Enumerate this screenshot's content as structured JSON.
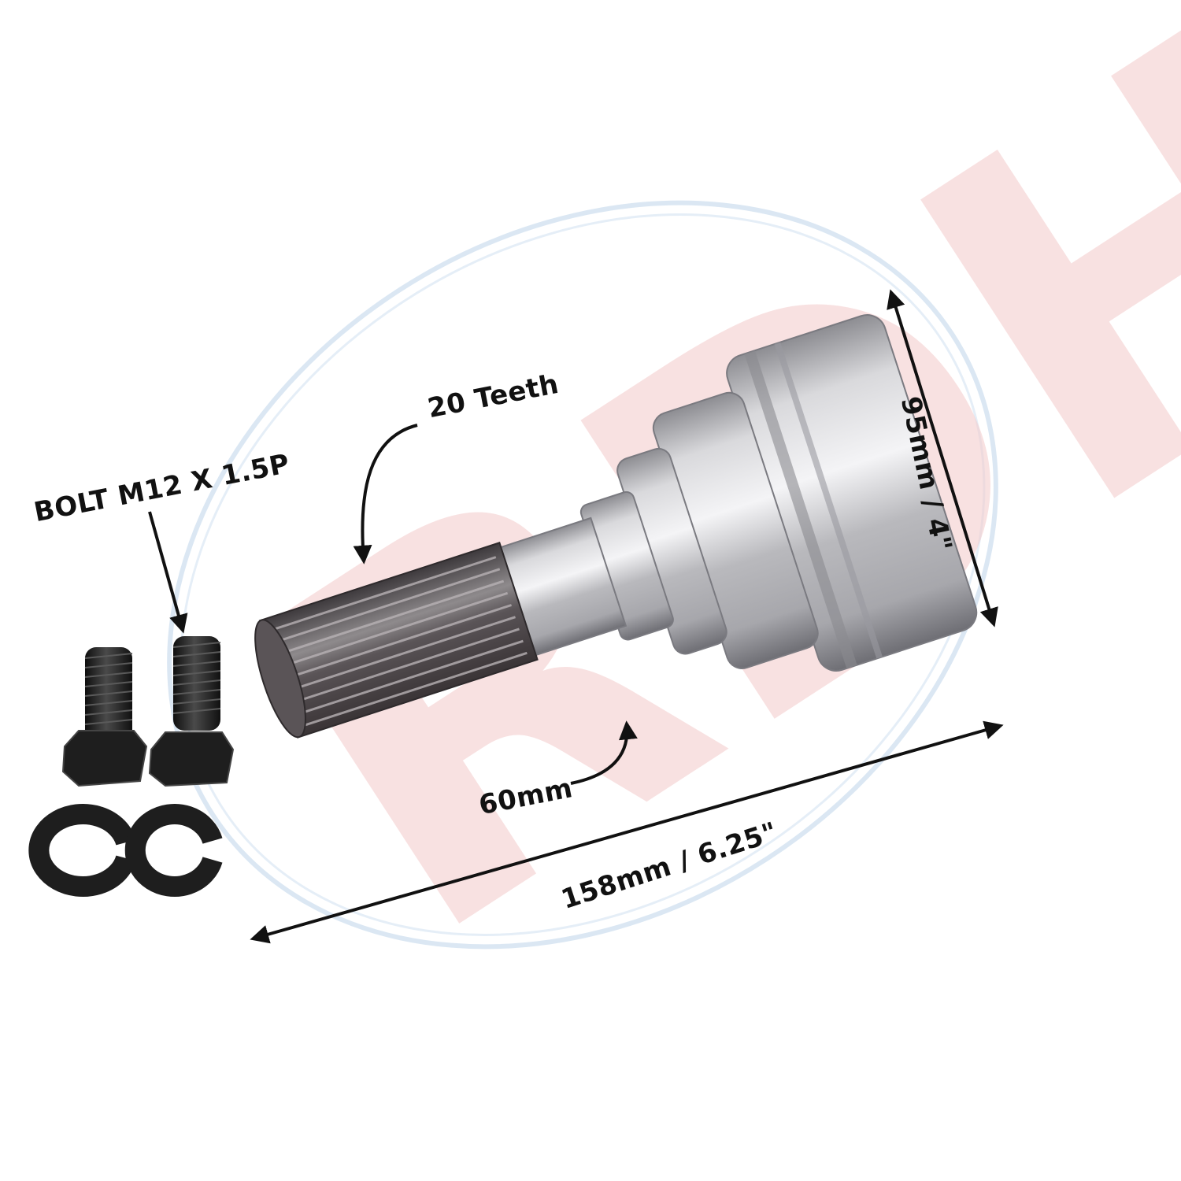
{
  "labels": {
    "bolt": "BOLT M12 X 1.5P",
    "teeth": "20 Teeth",
    "spline_length": "60mm",
    "total_length": "158mm / 6.25\"",
    "diameter": "95mm / 4\""
  },
  "watermark": {
    "text": "RDH",
    "color": "#f2c2c2",
    "ring_color": "#cfe0f0"
  },
  "colors": {
    "steel_light": "#e6e6e8",
    "steel_mid": "#b4b4b8",
    "steel_dark": "#6e6e74",
    "spline_dark": "#4a4448",
    "hardware_black": "#1e1e1e",
    "arrow": "#111111"
  }
}
